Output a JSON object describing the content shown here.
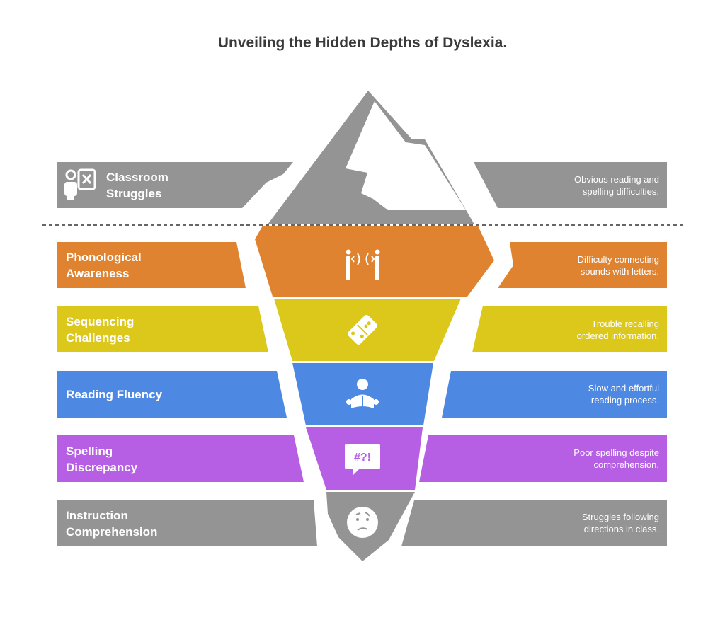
{
  "title": "Unveiling the Hidden Depths of Dyslexia.",
  "colors": {
    "gray": "#949494",
    "orange": "#df8331",
    "yellow": "#dcc81b",
    "blue": "#4d88e3",
    "purple": "#b65ee4",
    "white": "#ffffff",
    "title": "#3a3a3a"
  },
  "layers": [
    {
      "id": "classroom",
      "title_lines": [
        "Classroom",
        "Struggles"
      ],
      "description_lines": [
        "Obvious reading and",
        "spelling difficulties."
      ],
      "icon": "teacher-board-icon",
      "color": "#949494"
    },
    {
      "id": "phonological",
      "title_lines": [
        "Phonological",
        "Awareness"
      ],
      "description_lines": [
        "Difficulty connecting",
        "sounds with letters."
      ],
      "icon": "speaking-people-icon",
      "color": "#df8331"
    },
    {
      "id": "sequencing",
      "title_lines": [
        "Sequencing",
        "Challenges"
      ],
      "description_lines": [
        "Trouble recalling",
        "ordered information."
      ],
      "icon": "domino-icon",
      "color": "#dcc81b"
    },
    {
      "id": "fluency",
      "title_lines": [
        "Reading Fluency"
      ],
      "description_lines": [
        "Slow and effortful",
        "reading process."
      ],
      "icon": "person-reading-icon",
      "color": "#4d88e3"
    },
    {
      "id": "spelling",
      "title_lines": [
        "Spelling",
        "Discrepancy"
      ],
      "description_lines": [
        "Poor spelling despite",
        "comprehension."
      ],
      "icon": "exclamation-speech-icon",
      "color": "#b65ee4"
    },
    {
      "id": "instruction",
      "title_lines": [
        "Instruction",
        "Comprehension"
      ],
      "description_lines": [
        "Struggles following",
        "directions in class."
      ],
      "icon": "confused-face-icon",
      "color": "#949494"
    }
  ],
  "icon_text": {
    "spelling_symbols": "#?!"
  }
}
